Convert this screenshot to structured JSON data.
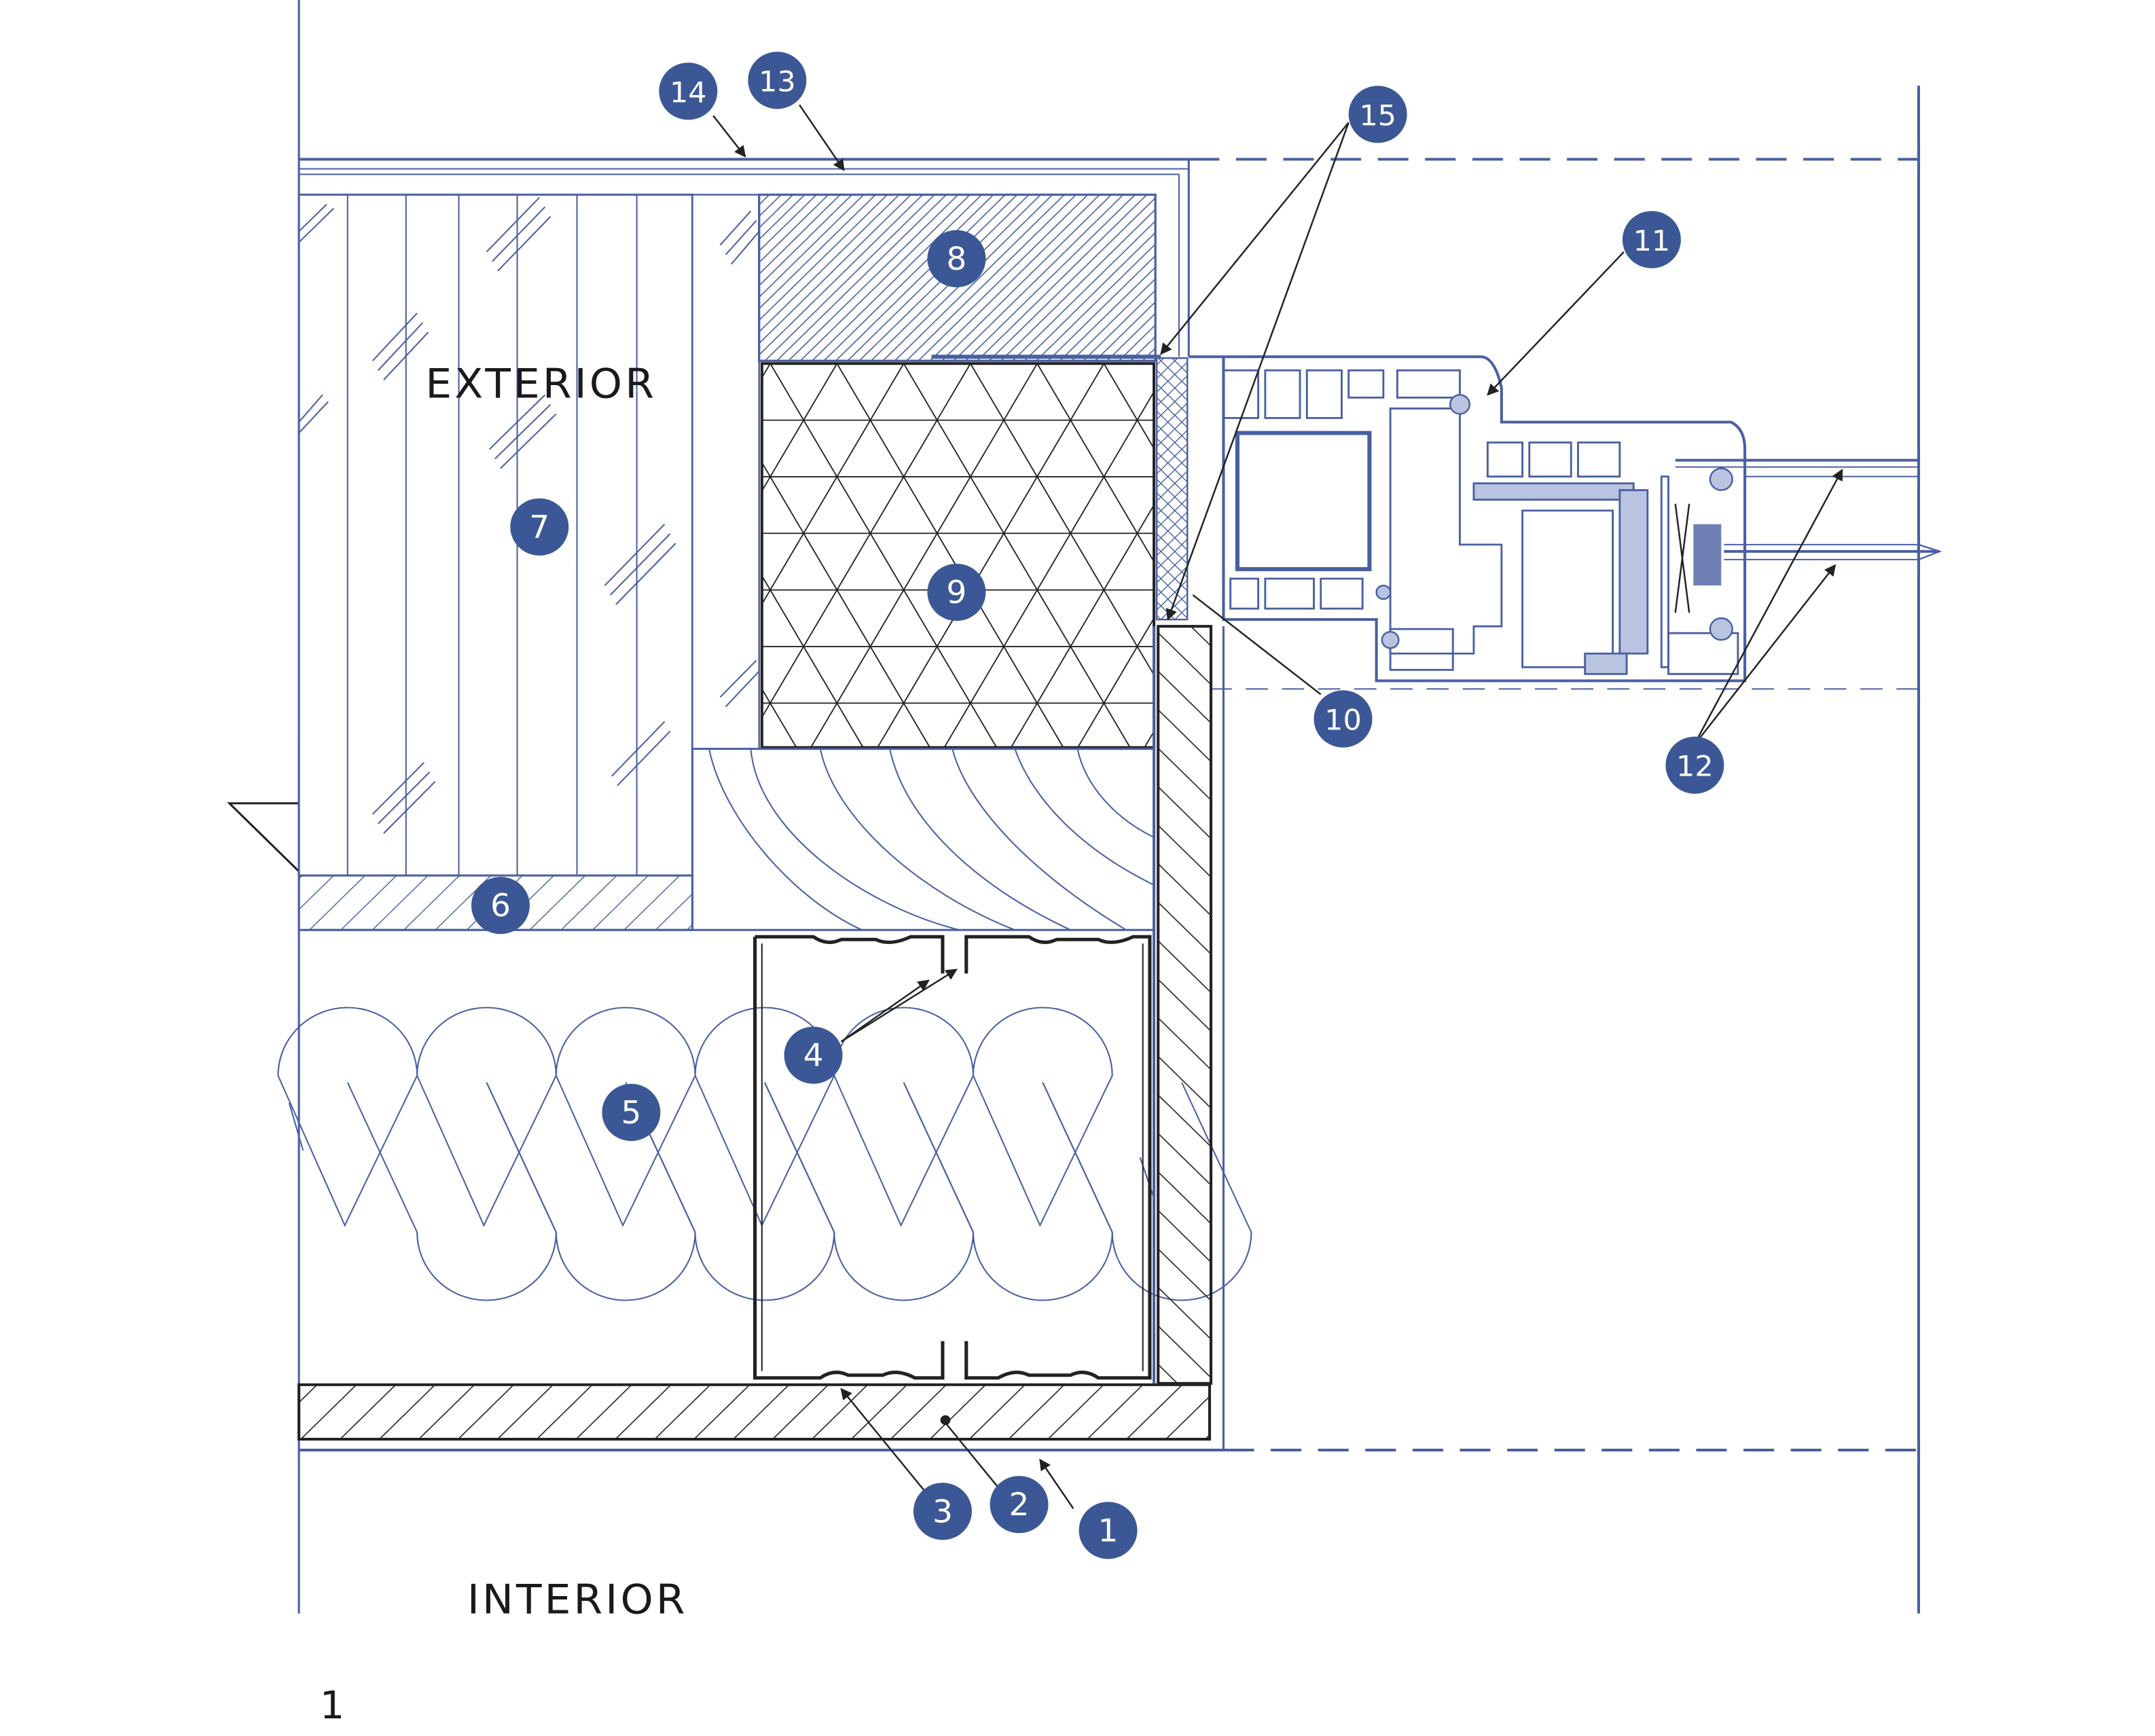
{
  "labels": {
    "exterior": "EXTERIOR",
    "interior": "INTERIOR",
    "figure_number": "1"
  },
  "colors": {
    "line": "#4a5fa0",
    "callout_fill": "#3b5795",
    "callout_text": "#ffffff",
    "profile_fill": "#b9c4e0",
    "text": "#1a1a1a"
  },
  "callouts": [
    {
      "num": "1"
    },
    {
      "num": "2"
    },
    {
      "num": "3"
    },
    {
      "num": "4"
    },
    {
      "num": "5"
    },
    {
      "num": "6"
    },
    {
      "num": "7"
    },
    {
      "num": "8"
    },
    {
      "num": "9"
    },
    {
      "num": "10"
    },
    {
      "num": "11"
    },
    {
      "num": "12"
    },
    {
      "num": "13"
    },
    {
      "num": "14"
    },
    {
      "num": "15"
    }
  ]
}
